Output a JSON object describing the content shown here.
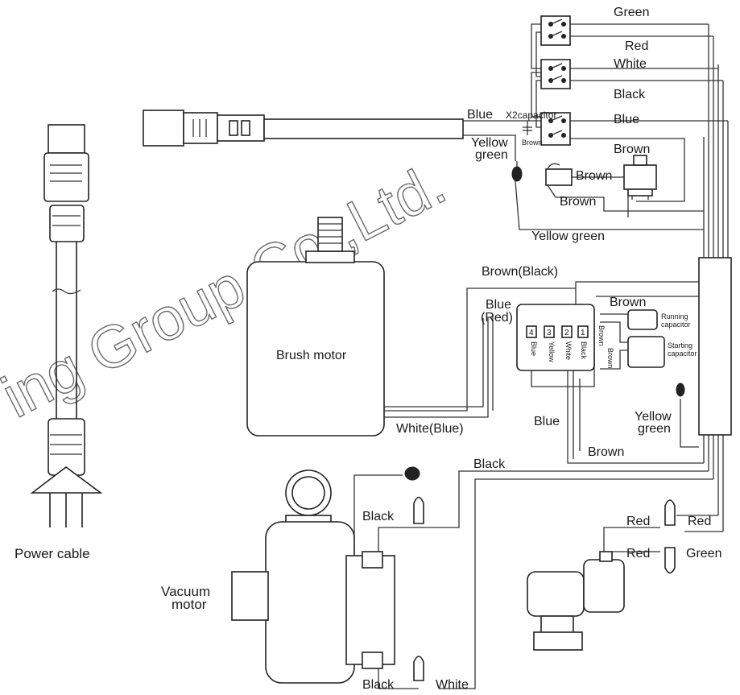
{
  "watermark": "ing Group Co.,Ltd.",
  "labels": {
    "green_top": "Green",
    "red_top": "Red",
    "white_top": "White",
    "black_top": "Black",
    "blue_right": "Blue",
    "blue_left": "Blue",
    "x2capacitor": "X2capacitor",
    "brown_small": "Brown",
    "yellow": "Yellow",
    "green": "green",
    "brown_right": "Brown",
    "brown_mid": "Brown",
    "brown_low": "Brown",
    "yellow_green_long": "Yellow green",
    "brown_black": "Brown(Black)",
    "blue_red_1": "Blue",
    "blue_red_2": "(Red)",
    "brown_cap": "Brown",
    "running_cap_1": "Running",
    "running_cap_2": "capacitor",
    "starting_cap_1": "Starting",
    "starting_cap_2": "capacitor",
    "brush_motor": "Brush motor",
    "white_blue": "White(Blue)",
    "blue_bottom": "Blue",
    "yellow_green_r1": "Yellow",
    "yellow_green_r2": "green",
    "brown_bottom": "Brown",
    "black_top_vac": "Black",
    "black_vac": "Black",
    "red_valve_1": "Red",
    "red_valve_2": "Red",
    "red_valve_3": "Red",
    "green_valve": "Green",
    "power_cable": "Power cable",
    "vacuum_1": "Vacuum",
    "vacuum_2": "motor",
    "black_bottom": "Black",
    "white_bottom": "White",
    "term_4": "4",
    "term_3": "3",
    "term_2": "2",
    "term_1": "1",
    "term_blue": "Blue",
    "term_yellow": "Yellow",
    "term_white": "White",
    "term_black": "Black",
    "term_brown1": "Brown",
    "term_brown2": "Brown"
  }
}
